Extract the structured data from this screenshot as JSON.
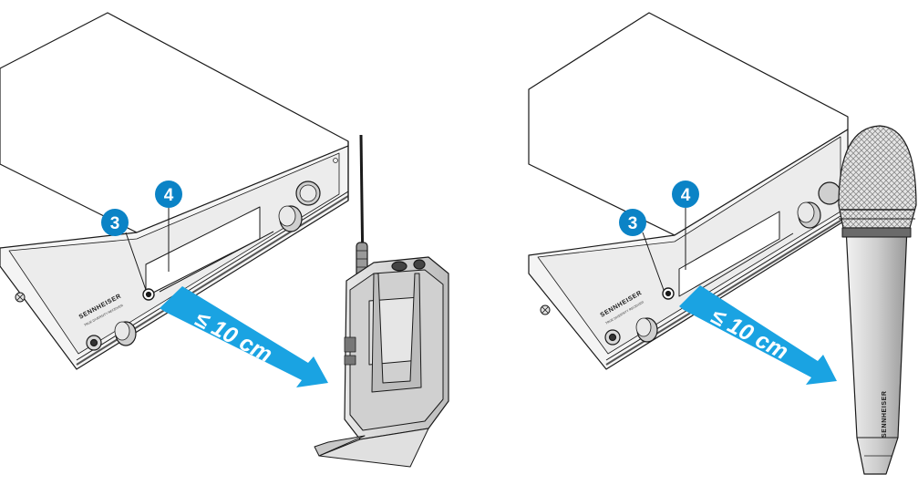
{
  "colors": {
    "callout": "#0b83c6",
    "arrow": "#1aa3e2",
    "outline": "#1a1a1a",
    "metal": "#cfcfcf",
    "dark": "#222222"
  },
  "brand": "SENNHEISER",
  "receiver_subtext": "TRUE DIVERSITY RECEIVER",
  "left_scene": {
    "callout_3": "3",
    "callout_4": "4",
    "distance_label": "≤ 10 cm",
    "transmitter_icon": "bodypack-transmitter-icon"
  },
  "right_scene": {
    "callout_3": "3",
    "callout_4": "4",
    "distance_label": "≤ 10 cm",
    "transmitter_icon": "handheld-microphone-icon"
  }
}
